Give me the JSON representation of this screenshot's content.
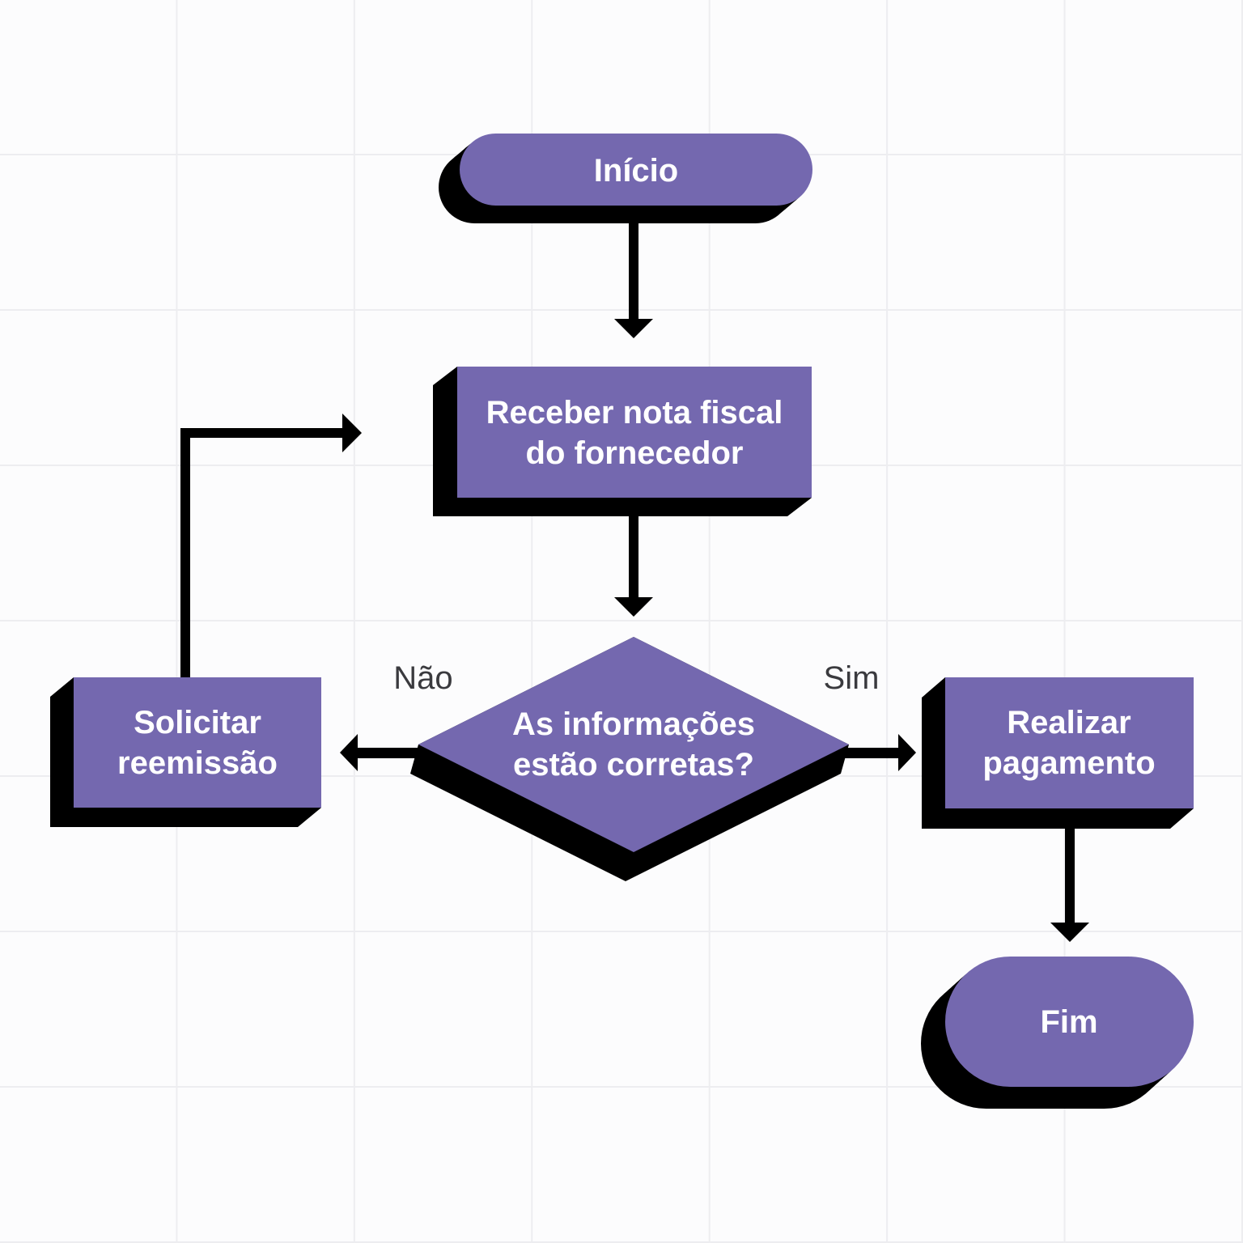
{
  "flowchart": {
    "language": "pt-BR",
    "nodes": {
      "inicio": {
        "type": "terminator",
        "label": "Início"
      },
      "receber": {
        "type": "process",
        "line1": "Receber nota fiscal",
        "line2": "do fornecedor"
      },
      "decisao": {
        "type": "decision",
        "line1": "As informações",
        "line2": "estão corretas?"
      },
      "solicitar": {
        "type": "process",
        "line1": "Solicitar",
        "line2": "reemissão"
      },
      "realizar": {
        "type": "process",
        "line1": "Realizar",
        "line2": "pagamento"
      },
      "fim": {
        "type": "terminator",
        "label": "Fim"
      }
    },
    "edges": [
      {
        "from": "inicio",
        "to": "receber",
        "label": ""
      },
      {
        "from": "receber",
        "to": "decisao",
        "label": ""
      },
      {
        "from": "decisao",
        "to": "solicitar",
        "label": "Não"
      },
      {
        "from": "decisao",
        "to": "realizar",
        "label": "Sim"
      },
      {
        "from": "solicitar",
        "to": "receber",
        "label": ""
      },
      {
        "from": "realizar",
        "to": "fim",
        "label": ""
      }
    ],
    "colors": {
      "node_fill": "#7468af",
      "node_shadow": "#000000",
      "node_text": "#ffffff",
      "connector": "#000000",
      "branch_label_text": "#3a3a3e",
      "background": "#fcfcfd",
      "grid_line": "#ededf0"
    }
  }
}
